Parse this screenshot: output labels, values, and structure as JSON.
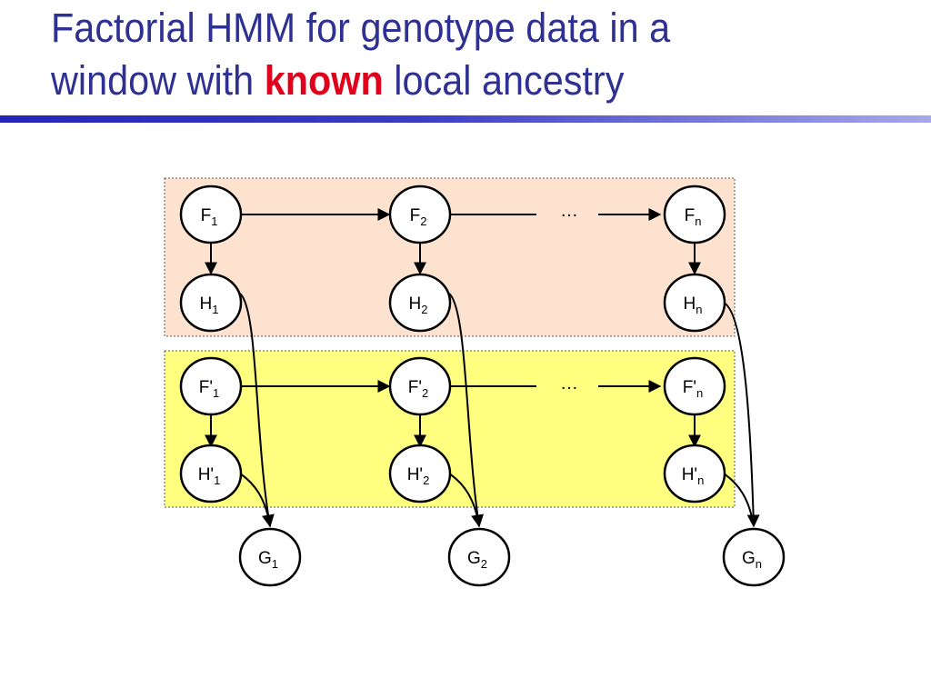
{
  "title": {
    "line1": "Factorial HMM for genotype data in a",
    "line2_prefix": "window with ",
    "line2_keyword": "known",
    "line2_suffix": " local ancestry"
  },
  "colors": {
    "title": "#2e3192",
    "keyword": "#e0001b",
    "rule_start": "#2426b8",
    "rule_end": "#a6a8ea",
    "panel_top": "#fde3cf",
    "panel_bottom": "#ffff80"
  },
  "diagram": {
    "ellipsis": "…",
    "rows": {
      "F": [
        {
          "base": "F",
          "sub": "1"
        },
        {
          "base": "F",
          "sub": "2"
        },
        {
          "base": "F",
          "sub": "n"
        }
      ],
      "H": [
        {
          "base": "H",
          "sub": "1"
        },
        {
          "base": "H",
          "sub": "2"
        },
        {
          "base": "H",
          "sub": "n"
        }
      ],
      "Fp": [
        {
          "base": "F'",
          "sub": "1"
        },
        {
          "base": "F'",
          "sub": "2"
        },
        {
          "base": "F'",
          "sub": "n"
        }
      ],
      "Hp": [
        {
          "base": "H'",
          "sub": "1"
        },
        {
          "base": "H'",
          "sub": "2"
        },
        {
          "base": "H'",
          "sub": "n"
        }
      ],
      "G": [
        {
          "base": "G",
          "sub": "1"
        },
        {
          "base": "G",
          "sub": "2"
        },
        {
          "base": "G",
          "sub": "n"
        }
      ]
    }
  }
}
